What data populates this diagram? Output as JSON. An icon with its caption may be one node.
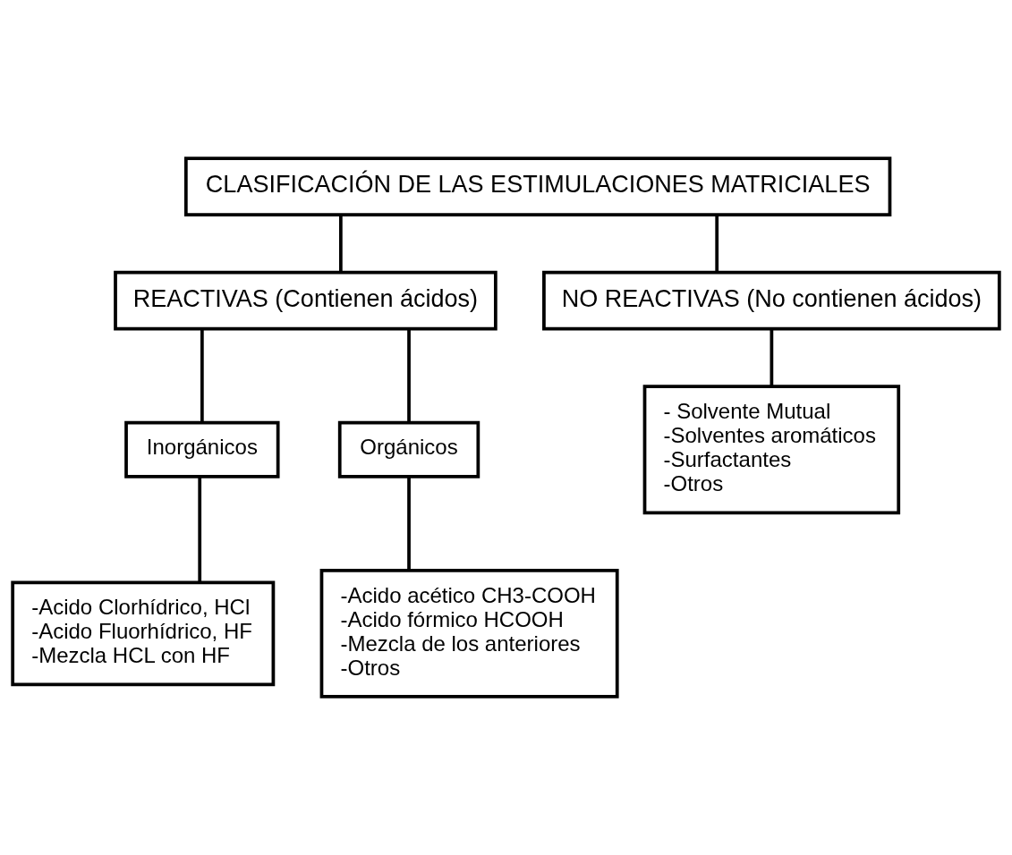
{
  "diagram": {
    "nodes": [
      {
        "text": [
          "CLASIFICACIÓN DE LAS ESTIMULACIONES MATRICIALES"
        ]
      },
      {
        "text": [
          "REACTIVAS (Contienen ácidos)"
        ]
      },
      {
        "text": [
          "NO REACTIVAS (No contienen ácidos)"
        ]
      },
      {
        "text": [
          "Inorgánicos"
        ]
      },
      {
        "text": [
          "Orgánicos"
        ]
      },
      {
        "text": [
          "-Acido Clorhídrico, HCl",
          "-Acido Fluorhídrico, HF",
          "-Mezcla HCL con HF"
        ]
      },
      {
        "text": [
          "-Acido acético CH3-COOH",
          "-Acido fórmico HCOOH",
          "-Mezcla de los anteriores",
          "-Otros"
        ]
      },
      {
        "text": [
          "- Solvente Mutual",
          "-Solventes aromáticos",
          "-Surfactantes",
          "-Otros"
        ]
      }
    ],
    "edges": [
      {
        "from": 0,
        "to": 1,
        "arrow": "none"
      },
      {
        "from": 0,
        "to": 2,
        "arrow": "none"
      },
      {
        "from": 1,
        "to": 3,
        "arrow": "none"
      },
      {
        "from": 1,
        "to": 4,
        "arrow": "none"
      },
      {
        "from": 3,
        "to": 5,
        "arrow": "none"
      },
      {
        "from": 4,
        "to": 6,
        "arrow": "none"
      },
      {
        "from": 2,
        "to": 7,
        "arrow": "none"
      }
    ]
  }
}
